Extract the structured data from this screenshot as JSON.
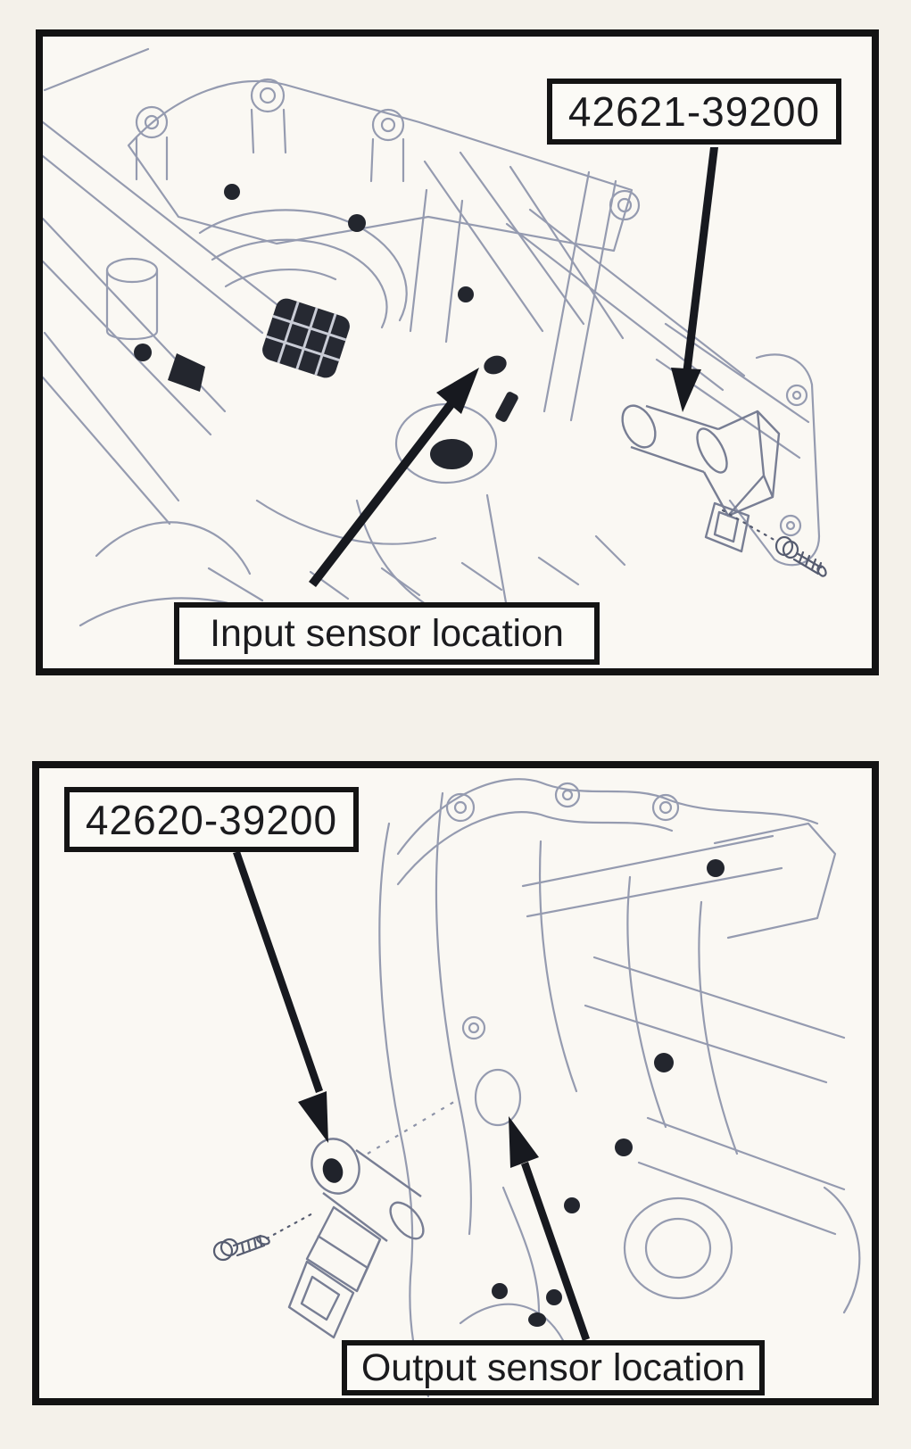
{
  "colors": {
    "paper": "#f4f1ea",
    "panel_background": "#faf8f3",
    "frame_ink": "#131313",
    "arrow_ink": "#17191f",
    "line_art": "#959bb0",
    "sensor_line_art": "#787e94",
    "dark_fill": "#23262e"
  },
  "panels": [
    {
      "part_number": "42621-39200",
      "location_label": "Input sensor location"
    },
    {
      "part_number": "42620-39200",
      "location_label": "Output sensor location"
    }
  ]
}
